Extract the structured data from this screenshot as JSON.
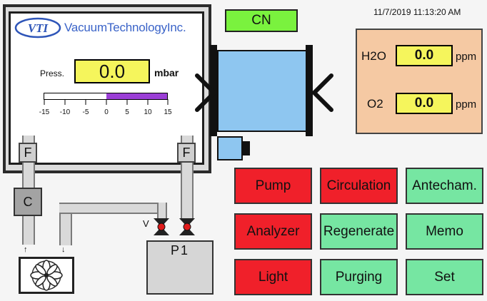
{
  "header": {
    "status_button": "CN",
    "datetime": "11/7/2019 11:13:20 AM"
  },
  "logo": {
    "mark": "VTI",
    "text": "VacuumTechnologyInc."
  },
  "pressure": {
    "label": "Press.",
    "value": "0.0",
    "unit": "mbar",
    "scale_ticks": [
      "-15",
      "-10",
      "-5",
      "0",
      "5",
      "10",
      "15"
    ],
    "bar_range": [
      0,
      15
    ],
    "bar_color": "#9b3fd6"
  },
  "gas": {
    "h2o": {
      "label": "H2O",
      "value": "0.0",
      "unit": "ppm"
    },
    "o2": {
      "label": "O2",
      "value": "0.0",
      "unit": "ppm"
    }
  },
  "diagram": {
    "filter_left": "F",
    "filter_right": "F",
    "condenser": "C",
    "pump_label": "P1",
    "valve_label": "V",
    "arrow_up": "↑",
    "arrow_down": "↓"
  },
  "buttons": [
    {
      "id": "pump",
      "label": "Pump",
      "state": "red"
    },
    {
      "id": "circulation",
      "label": "Circulation",
      "state": "red"
    },
    {
      "id": "antechamber",
      "label": "Antecham.",
      "state": "green"
    },
    {
      "id": "analyzer",
      "label": "Analyzer",
      "state": "red"
    },
    {
      "id": "regenerate",
      "label": "Regenerate",
      "state": "green"
    },
    {
      "id": "memo",
      "label": "Memo",
      "state": "green"
    },
    {
      "id": "light",
      "label": "Light",
      "state": "red"
    },
    {
      "id": "purging",
      "label": "Purging",
      "state": "green"
    },
    {
      "id": "set",
      "label": "Set",
      "state": "green"
    }
  ],
  "colors": {
    "status_green": "#7af23e",
    "active_red": "#f0202a",
    "idle_green": "#76e6a2",
    "value_yellow": "#f5f55c",
    "chamber_blue": "#8ec6f0",
    "gas_panel": "#f5c9a3"
  }
}
